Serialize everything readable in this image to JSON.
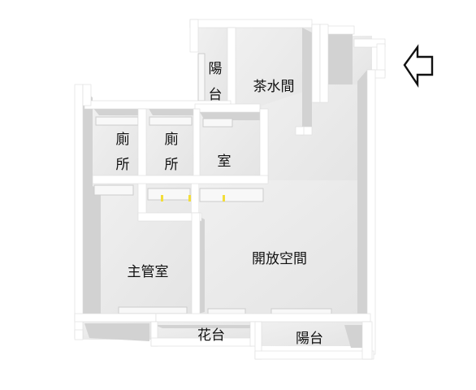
{
  "rooms": {
    "balcony_top": {
      "line1": "陽",
      "line2": "台"
    },
    "tea_room": "茶水間",
    "toilet_1": {
      "line1": "廁",
      "line2": "所"
    },
    "toilet_2": {
      "line1": "廁",
      "line2": "所"
    },
    "room_small": "室",
    "manager_room": "主管室",
    "open_space": "開放空間",
    "planter": "花台",
    "balcony_bottom": "陽台"
  },
  "icons": {
    "entrance": "arrow-left-outline-icon"
  },
  "colors": {
    "floor": "#ebebeb",
    "floor_shadow": "#d9d9d9",
    "wall": "#ffffff",
    "wall_shadow": "#cfcfcf",
    "fixture_accent": "#f2dd3a",
    "text": "#111111"
  }
}
